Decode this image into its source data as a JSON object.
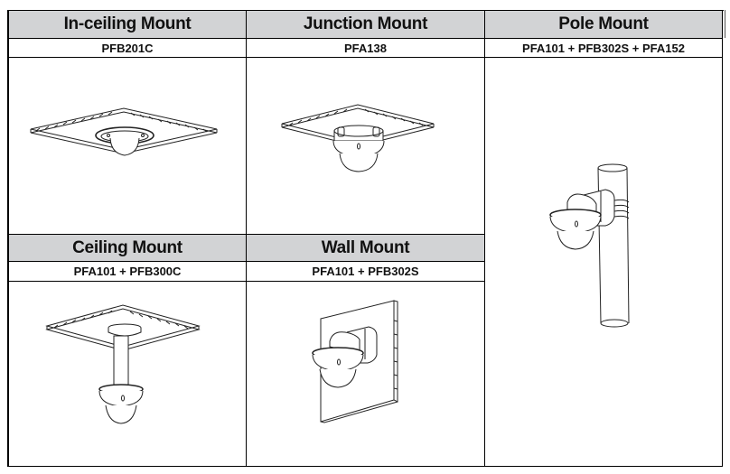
{
  "table": {
    "cells": [
      {
        "title": "In-ceiling Mount",
        "model": "PFB201C",
        "illustration": "in-ceiling-mount-illustration"
      },
      {
        "title": "Junction Mount",
        "model": "PFA138",
        "illustration": "junction-mount-illustration"
      },
      {
        "title": "Pole Mount",
        "model": "PFA101 + PFB302S + PFA152",
        "illustration": "pole-mount-illustration"
      },
      {
        "title": "Ceiling Mount",
        "model": "PFA101 + PFB300C",
        "illustration": "ceiling-mount-illustration"
      },
      {
        "title": "Wall Mount",
        "model": "PFA101 + PFB302S",
        "illustration": "wall-mount-illustration"
      }
    ]
  },
  "colors": {
    "header_bg": "#d2d3d5",
    "border": "#000000"
  }
}
